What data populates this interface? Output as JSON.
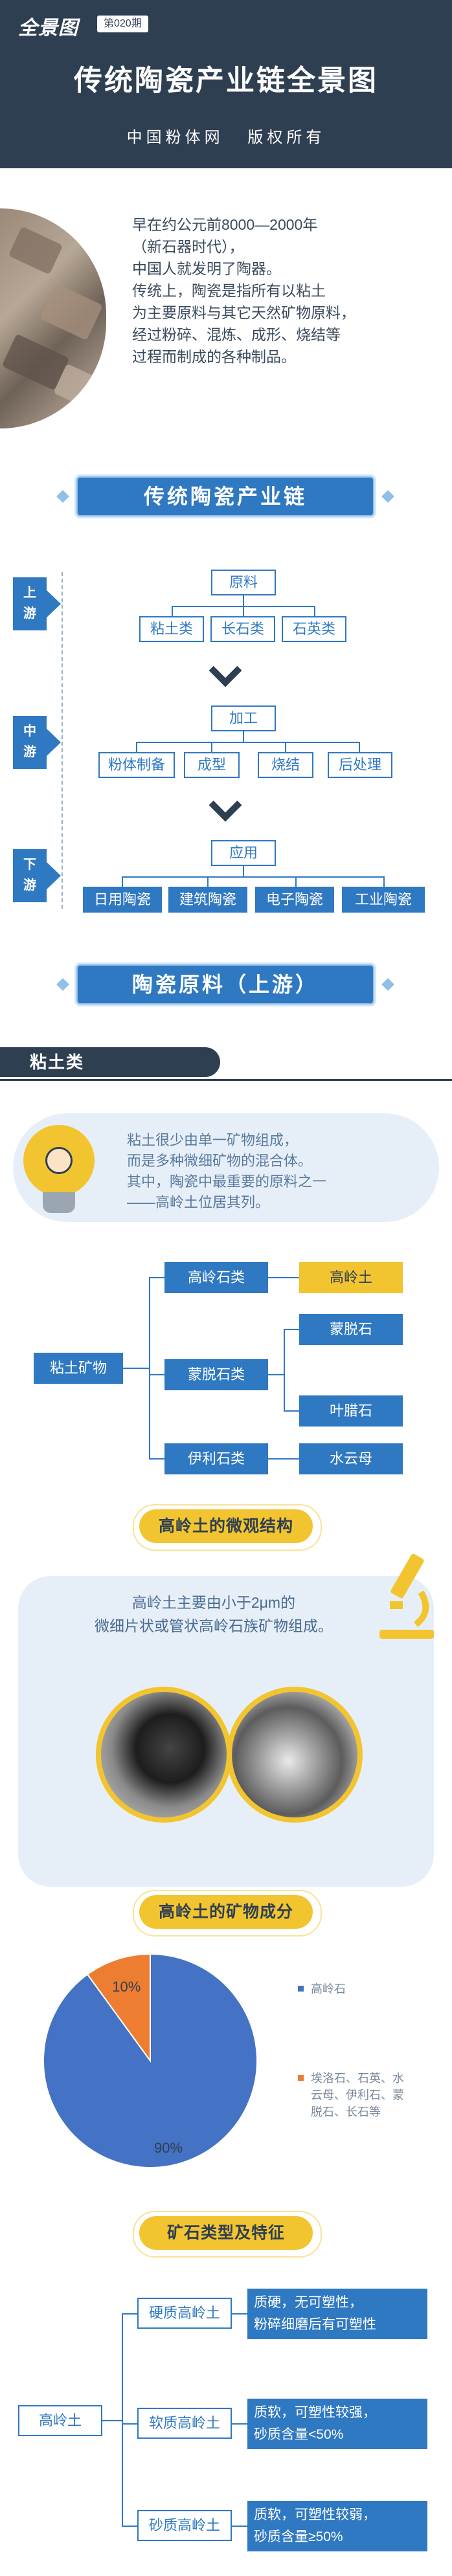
{
  "header": {
    "logo": "全景图",
    "issue": "第020期",
    "title": "传统陶瓷产业链全景图",
    "subtitle": "中国粉体网 版权所有"
  },
  "intro": {
    "lines": [
      "早在约公元前8000—2000年",
      "（新石器时代），",
      "中国人就发明了陶器。",
      "传统上，陶瓷是指所有以粘土",
      "为主要原料与其它天然矿物原料，",
      "经过粉碎、混炼、成形、烧结等",
      "过程而制成的各种制品。"
    ]
  },
  "chain": {
    "banner": "传统陶瓷产业链",
    "stages": [
      {
        "top": "上",
        "bottom": "游"
      },
      {
        "top": "中",
        "bottom": "游"
      },
      {
        "top": "下",
        "bottom": "游"
      }
    ],
    "upstream": {
      "root": "原料",
      "children": [
        "粘土类",
        "长石类",
        "石英类"
      ]
    },
    "midstream": {
      "root": "加工",
      "children": [
        "粉体制备",
        "成型",
        "烧结",
        "后处理"
      ]
    },
    "downstream": {
      "root": "应用",
      "children": [
        "日用陶瓷",
        "建筑陶瓷",
        "电子陶瓷",
        "工业陶瓷"
      ]
    }
  },
  "raw_banner": "陶瓷原料（上游）",
  "clay": {
    "section_title": "粘土类",
    "intro_lines": [
      "粘土很少由单一矿物组成，",
      "而是多种微细矿物的混合体。",
      "其中，陶瓷中最重要的原料之一",
      "——高岭土位居其列。"
    ],
    "tree": {
      "root": "粘土矿物",
      "branches": [
        {
          "name": "高岭石类",
          "leaves": [
            "高岭土"
          ]
        },
        {
          "name": "蒙脱石类",
          "leaves": [
            "蒙脱石",
            "叶腊石"
          ]
        },
        {
          "name": "伊利石类",
          "leaves": [
            "水云母"
          ]
        }
      ]
    }
  },
  "micro": {
    "title": "高岭土的微观结构",
    "text_lines": [
      "高岭土主要由小于2μm的",
      "微细片状或管状高岭石族矿物组成。"
    ]
  },
  "mineral": {
    "title": "高岭土的矿物成分"
  },
  "chart_data": {
    "type": "pie",
    "labels": [
      "高岭石",
      "埃洛石、石英、水云母、伊利石、蒙脱石、长石等"
    ],
    "values": [
      90,
      10
    ],
    "value_labels": [
      "90%",
      "10%"
    ],
    "colors": [
      "#4472c4",
      "#ed7d31"
    ],
    "legend_position": "right"
  },
  "ore": {
    "title": "矿石类型及特征",
    "root": "高岭土",
    "types": [
      {
        "name": "硬质高岭土",
        "desc": "质硬，无可塑性，\n粉碎细磨后有可塑性"
      },
      {
        "name": "软质高岭土",
        "desc": "质软，可塑性较强，\n砂质含量<50%"
      },
      {
        "name": "砂质高岭土",
        "desc": "质软，可塑性较弱，\n砂质含量≥50%"
      }
    ]
  },
  "colors": {
    "navy": "#2f3f52",
    "blue": "#2f78c2",
    "yellow": "#f2c530",
    "light_blue_bg": "#e6eff8"
  }
}
